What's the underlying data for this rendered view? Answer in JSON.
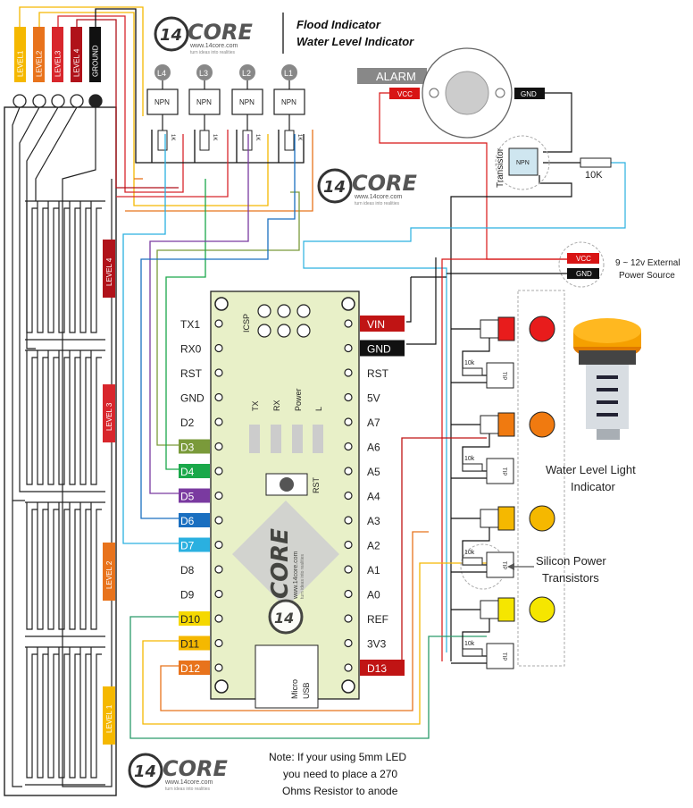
{
  "title": {
    "line1": "Flood Indicator",
    "line2": "Water Level Indicator"
  },
  "logo": {
    "brand": "14CORE",
    "num": "14",
    "word": "CORE",
    "url": "www.14core.com",
    "tagline": "turn ideas into realities"
  },
  "probe": {
    "wire_labels": [
      "LEVEL1",
      "LEVEL2",
      "LEVEL3",
      "LEVEL 4",
      "GROUND"
    ],
    "side_labels": [
      "LEVEL 4",
      "LEVEL 3",
      "LEVEL 2",
      "LEVEL 1"
    ]
  },
  "transistors": {
    "leds": [
      "L4",
      "L3",
      "L2",
      "L1"
    ],
    "type": "NPN",
    "resistor": "1K",
    "alarm_transistor_label": "Transistor",
    "alarm_resistor": "10K"
  },
  "alarm": {
    "label": "ALARM",
    "vcc": "VCC",
    "gnd": "GND"
  },
  "power": {
    "vcc": "VCC",
    "gnd": "GND",
    "label_line1": "9 ~ 12v External",
    "label_line2": "Power Source"
  },
  "board": {
    "left_pins": [
      "TX1",
      "RX0",
      "RST",
      "GND",
      "D2",
      "D3",
      "D4",
      "D5",
      "D6",
      "D7",
      "D8",
      "D9",
      "D10",
      "D11",
      "D12"
    ],
    "right_pins": [
      "VIN",
      "GND",
      "RST",
      "5V",
      "A7",
      "A6",
      "A5",
      "A4",
      "A3",
      "A2",
      "A1",
      "A0",
      "REF",
      "3V3",
      "D13"
    ],
    "icsp": "ICSP",
    "leds_labels": [
      "TX",
      "RX",
      "Power",
      "L"
    ],
    "rst_button": "RST",
    "usb_line1": "Micro",
    "usb_line2": "USB"
  },
  "output": {
    "resistor": "10k",
    "transistor": "TIP",
    "light_label_line1": "Water Level Light",
    "light_label_line2": "Indicator",
    "silicon_line1": "Silicon Power",
    "silicon_line2": "Transistors"
  },
  "note": {
    "line1": "Note: If your using 5mm LED",
    "line2": "you need to place a 270",
    "line3": "Ohms Resistor to anode"
  },
  "colors": {
    "level1": "#f5b800",
    "level2": "#e8731c",
    "level3": "#d8262c",
    "level4": "#b0121a",
    "ground": "#111111",
    "d3": "#7a9a3a",
    "d4": "#1aa84a",
    "d5": "#7a3aa0",
    "d6": "#1a6fc0",
    "d7": "#2ab0e0",
    "d10": "#f5d800",
    "d11": "#f5b800",
    "d12": "#e8731c",
    "d13": "#c01414",
    "board": "#e8f0c8",
    "led_red": "#e81c1c",
    "led_orange": "#f07a10",
    "led_amber": "#f5b800",
    "led_yellow": "#f5e600"
  }
}
